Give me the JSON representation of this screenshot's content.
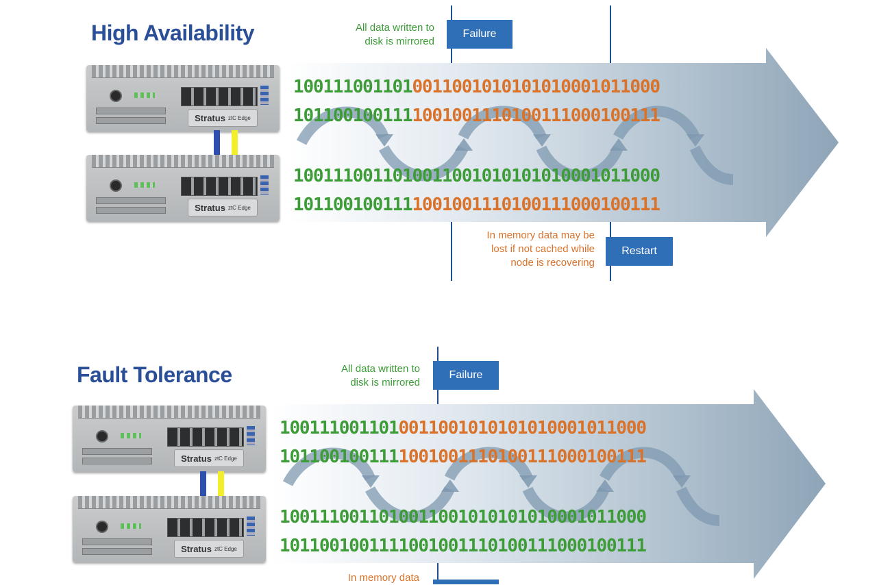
{
  "sections": [
    {
      "title": "High Availability",
      "mirror_note": [
        "All data written to",
        "disk is mirrored"
      ],
      "failure_label": "Failure",
      "memory_note": [
        "In memory data may be",
        "lost if not cached while",
        "node is recovering"
      ],
      "restart_label": "Restart",
      "rows": [
        {
          "green": "100111001101",
          "orange": "0011001010101010001011000"
        },
        {
          "green": "101100100111",
          "orange": "1001001110100111000100111"
        },
        {
          "green": "100111001101",
          "orange": "0011001010101010001011000"
        },
        {
          "green": "101100100111",
          "orange": "1001001110100111000100111"
        }
      ]
    },
    {
      "title": "Fault Tolerance",
      "mirror_note": [
        "All data written to",
        "disk is mirrored"
      ],
      "failure_label": "Failure",
      "memory_note": [
        "In memory data"
      ],
      "rows": [
        {
          "green": "100111001101",
          "orange": "0011001010101010001011000"
        },
        {
          "green": "101100100111",
          "orange": "1001001110100111000100111"
        },
        {
          "green": "1001110011010011001010101010001011000",
          "orange": ""
        },
        {
          "green": "1011001001111001001110100111000100111",
          "orange": ""
        }
      ]
    }
  ],
  "device_brand": "Stratus",
  "device_model": "ztC Edge",
  "colors": {
    "title": "#2b4f96",
    "binary_green": "#3e9c38",
    "binary_orange": "#d9722a",
    "box": "#2f6fb8",
    "line": "#1f4f8f",
    "cable_blue": "#2d4fb0",
    "cable_yellow": "#f3ee2a"
  }
}
